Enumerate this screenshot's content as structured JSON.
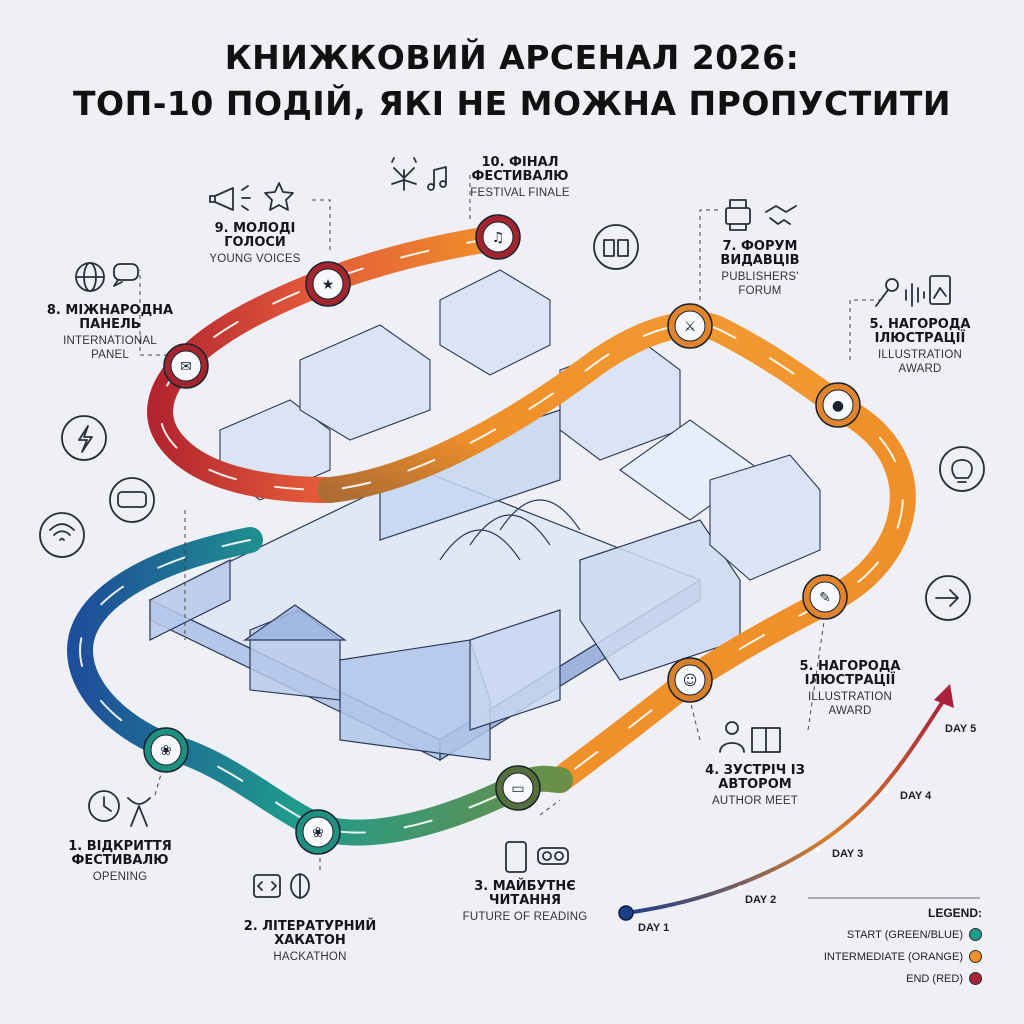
{
  "title": {
    "line1": "КНИЖКОВИЙ АРСЕНАЛ 2026:",
    "line2": "ТОП-10 ПОДІЙ, ЯКІ НЕ МОЖНА ПРОПУСТИТИ"
  },
  "events": [
    {
      "uk_lines": [
        "1. ВІДКРИТТЯ",
        "ФЕСТИВАЛЮ"
      ],
      "en_lines": [
        "OPENING"
      ]
    },
    {
      "uk_lines": [
        "2. ЛІТЕРАТУРНИЙ",
        "ХАКАТОН"
      ],
      "en_lines": [
        "HACKATHON"
      ]
    },
    {
      "uk_lines": [
        "3. МАЙБУТНЄ",
        "ЧИТАННЯ"
      ],
      "en_lines": [
        "FUTURE OF READING"
      ]
    },
    {
      "uk_lines": [
        "4. ЗУСТРІЧ ІЗ",
        "АВТОРОМ"
      ],
      "en_lines": [
        "AUTHOR MEET"
      ]
    },
    {
      "uk_lines": [
        "5. НАГОРОДА",
        "ІЛЮСТРАЦІЇ"
      ],
      "en_lines": [
        "ILLUSTRATION",
        "AWARD"
      ]
    },
    {
      "uk_lines": [
        "5. НАГОРОДА",
        "ІЛЮСТРАЦІЇ"
      ],
      "en_lines": [
        "ILLUSTRATION",
        "AWARD"
      ]
    },
    {
      "uk_lines": [
        "7. ФОРУМ",
        "ВИДАВЦІВ"
      ],
      "en_lines": [
        "PUBLISHERS'",
        "FORUM"
      ]
    },
    {
      "uk_lines": [
        "8. МІЖНАРОДНА",
        "ПАНЕЛЬ"
      ],
      "en_lines": [
        "INTERNATIONAL",
        "PANEL"
      ]
    },
    {
      "uk_lines": [
        "9. МОЛОДІ",
        "ГОЛОСИ"
      ],
      "en_lines": [
        "YOUNG VOICES"
      ]
    },
    {
      "uk_lines": [
        "10. ФІНАЛ",
        "ФЕСТИВАЛЮ"
      ],
      "en_lines": [
        "FESTIVAL FINALE"
      ]
    }
  ],
  "timeline": {
    "days": [
      "DAY 1",
      "DAY 2",
      "DAY 3",
      "DAY 4",
      "DAY 5"
    ]
  },
  "legend": {
    "title": "LEGEND:",
    "items": [
      {
        "label": "START (GREEN/BLUE)",
        "color": "#1f9b8c"
      },
      {
        "label": "INTERMEDIATE (ORANGE)",
        "color": "#f0902a"
      },
      {
        "label": "END (RED)",
        "color": "#a8233a"
      }
    ]
  },
  "colors": {
    "start": "#1e4f9a",
    "teal": "#1f9b8c",
    "orange": "#f0902a",
    "red": "#b3262f",
    "building": "#a9c0e6",
    "line": "#2b3a57"
  },
  "icons": {
    "node_icons": [
      "ribbon-icon",
      "brain-icon",
      "laptop-icon",
      "users-icon",
      "brush-icon",
      "microphone-icon",
      "handshake-icon",
      "chat-icon",
      "star-icon",
      "music-note-icon"
    ],
    "side_icons": [
      "clock-icon",
      "ribbon-icon",
      "code-icon",
      "brain-icon",
      "tablet-icon",
      "vr-headset-icon",
      "person-icon",
      "book-icon",
      "printer-icon",
      "handshake-icon",
      "microphone-icon",
      "soundwave-icon",
      "drawing-icon",
      "globe-icon",
      "chat-bubbles-icon",
      "megaphone-icon",
      "star-icon",
      "fireworks-icon",
      "music-icon",
      "open-book-icon",
      "lightning-icon",
      "vr-icon",
      "wifi-icon",
      "lightbulb-icon",
      "arrow-right-icon"
    ]
  }
}
